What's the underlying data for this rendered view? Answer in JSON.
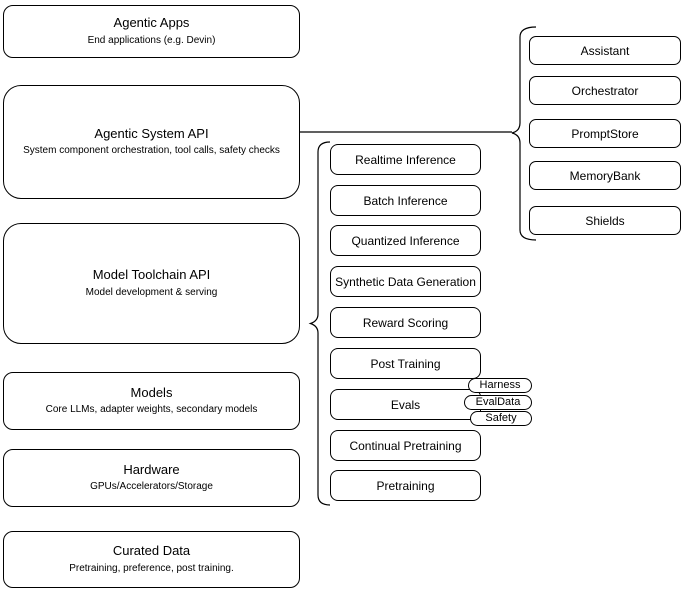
{
  "diagram": {
    "background": "#ffffff",
    "stroke_color": "#000000"
  },
  "left_stack": [
    {
      "title": "Agentic Apps",
      "subtitle": "End applications (e.g. Devin)"
    },
    {
      "title": "Agentic System API",
      "subtitle": "System component orchestration, tool calls, safety checks"
    },
    {
      "title": "Model Toolchain API",
      "subtitle": "Model development & serving"
    },
    {
      "title": "Models",
      "subtitle": "Core LLMs, adapter weights, secondary models"
    },
    {
      "title": "Hardware",
      "subtitle": "GPUs/Accelerators/Storage"
    },
    {
      "title": "Curated Data",
      "subtitle": "Pretraining, preference, post training."
    }
  ],
  "toolchain_stack": [
    {
      "label": "Realtime Inference"
    },
    {
      "label": "Batch Inference"
    },
    {
      "label": "Quantized Inference"
    },
    {
      "label": "Synthetic Data Generation"
    },
    {
      "label": "Reward Scoring"
    },
    {
      "label": "Post Training"
    },
    {
      "label": "Evals"
    },
    {
      "label": "Continual Pretraining"
    },
    {
      "label": "Pretraining"
    }
  ],
  "evals_tags": [
    {
      "label": "Harness"
    },
    {
      "label": "EvalData"
    },
    {
      "label": "Safety"
    }
  ],
  "system_stack": [
    {
      "label": "Assistant"
    },
    {
      "label": "Orchestrator"
    },
    {
      "label": "PromptStore"
    },
    {
      "label": "MemoryBank"
    },
    {
      "label": "Shields"
    }
  ]
}
